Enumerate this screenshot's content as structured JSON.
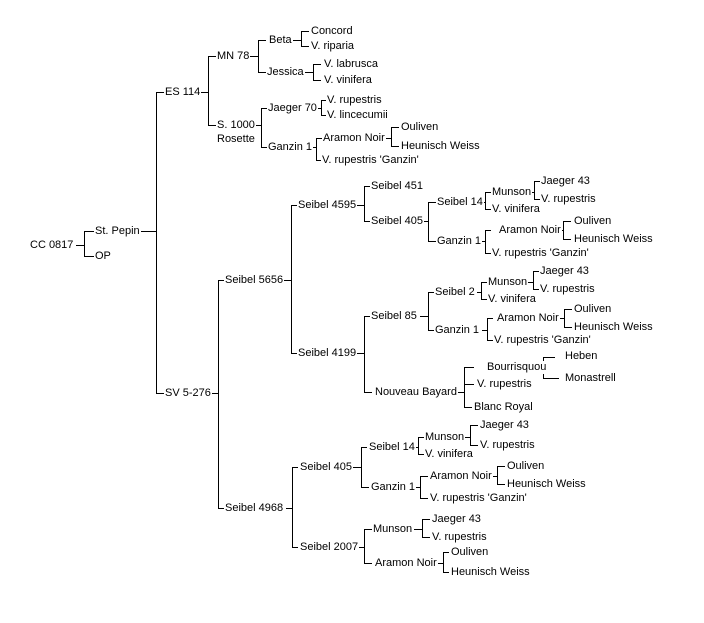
{
  "pedigree": {
    "root": "CC 0817",
    "parents": [
      "St. Pepin",
      "OP"
    ],
    "st_pepin": {
      "parents": [
        "ES 114",
        "SV 5-276"
      ],
      "es114": {
        "parents": [
          "MN 78",
          "S. 1000 Rosette"
        ],
        "mn78": {
          "parents": [
            "Beta",
            "Jessica"
          ],
          "beta": [
            "Concord",
            "V. riparia"
          ],
          "jessica": [
            "V. labrusca",
            "V. vinifera"
          ]
        },
        "s1000": {
          "label_line1": "S. 1000",
          "label_line2": "Rosette",
          "parents": [
            "Jaeger 70",
            "Ganzin 1"
          ],
          "jaeger70": [
            "V. rupestris",
            "V. lincecumii"
          ],
          "ganzin1": {
            "parents": [
              "Aramon Noir",
              "V. rupestris 'Ganzin'"
            ],
            "aramon": [
              "Ouliven",
              "Heunisch Weiss"
            ]
          }
        }
      },
      "sv5276": {
        "parents": [
          "Seibel 5656",
          "Seibel 4968"
        ],
        "s5656": {
          "parents": [
            "Seibel 4595",
            "Seibel 4199"
          ],
          "s4595": {
            "parents": [
              "Seibel 451",
              "Seibel 405"
            ],
            "s405": {
              "parents": [
                "Seibel 14",
                "Ganzin 1"
              ],
              "s14": {
                "parents": [
                  "Munson",
                  "V. vinifera"
                ],
                "munson": [
                  "Jaeger 43",
                  "V. rupestris"
                ]
              },
              "ganzin1": {
                "parents": [
                  "Aramon Noir",
                  "V. rupestris 'Ganzin'"
                ],
                "aramon": [
                  "Ouliven",
                  "Heunisch Weiss"
                ]
              }
            }
          },
          "s4199": {
            "parents": [
              "Seibel 85",
              "Nouveau Bayard"
            ],
            "s85": {
              "parents": [
                "Seibel 2",
                "Ganzin 1"
              ],
              "s2": {
                "parents": [
                  "Munson",
                  "V. vinifera"
                ],
                "munson": [
                  "Jaeger 43",
                  "V. rupestris"
                ]
              },
              "ganzin1": {
                "parents": [
                  "Aramon Noir",
                  "V. rupestris 'Ganzin'"
                ],
                "aramon": [
                  "Ouliven",
                  "Heunisch Weiss"
                ]
              }
            },
            "nb": {
              "parents": [
                "Bourrisquou",
                "V. rupestris",
                "Blanc Royal"
              ],
              "bourrisquou": [
                "Heben",
                "Monastrell"
              ]
            }
          }
        },
        "s4968": {
          "parents": [
            "Seibel 405",
            "Seibel 2007"
          ],
          "s405": {
            "parents": [
              "Seibel 14",
              "Ganzin 1"
            ],
            "s14": {
              "parents": [
                "Munson",
                "V. vinifera"
              ],
              "munson": [
                "Jaeger 43",
                "V. rupestris"
              ]
            },
            "ganzin1": {
              "parents": [
                "Aramon Noir",
                "V. rupestris 'Ganzin'"
              ],
              "aramon": [
                "Ouliven",
                "Heunisch Weiss"
              ]
            }
          },
          "s2007": {
            "parents": [
              "Munson",
              "Aramon Noir"
            ],
            "munson": [
              "Jaeger 43",
              "V. rupestris"
            ],
            "aramon": [
              "Ouliven",
              "Heunisch Weiss"
            ]
          }
        }
      }
    }
  }
}
